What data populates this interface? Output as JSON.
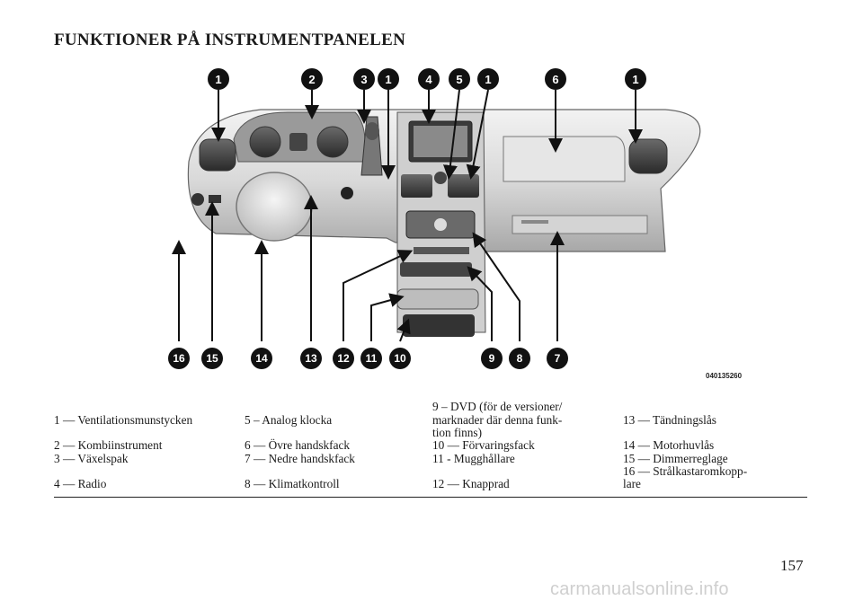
{
  "title": "FUNKTIONER PÅ INSTRUMENTPANELEN",
  "figure": {
    "image_code": "040135260",
    "callouts_top": [
      "1",
      "2",
      "3",
      "1",
      "4",
      "5",
      "1",
      "6",
      "1"
    ],
    "callouts_bottom": [
      "16",
      "15",
      "14",
      "13",
      "12",
      "11",
      "10",
      "9",
      "8",
      "7"
    ]
  },
  "legend": {
    "col1": [
      "1 — Ventilationsmunstycken",
      "2 — Kombiinstrument",
      "3 — Växelspak",
      "4 — Radio"
    ],
    "col2": [
      "5 – Analog klocka",
      "6 — Övre handskfack",
      "7 — Nedre handskfack",
      "8 — Klimatkontroll"
    ],
    "col3": [
      "9 – DVD (för de versioner/",
      "marknader där denna funk-",
      "tion finns)",
      "10 — Förvaringsfack",
      "11 - Mugghållare",
      "12 — Knapprad"
    ],
    "col4": [
      "13 — Tändningslås",
      "14 — Motorhuvlås",
      "15 — Dimmerreglage",
      "16 — Strålkastaromkopp-",
      "lare"
    ]
  },
  "page_number": "157",
  "watermark": "carmanualsonline.info"
}
